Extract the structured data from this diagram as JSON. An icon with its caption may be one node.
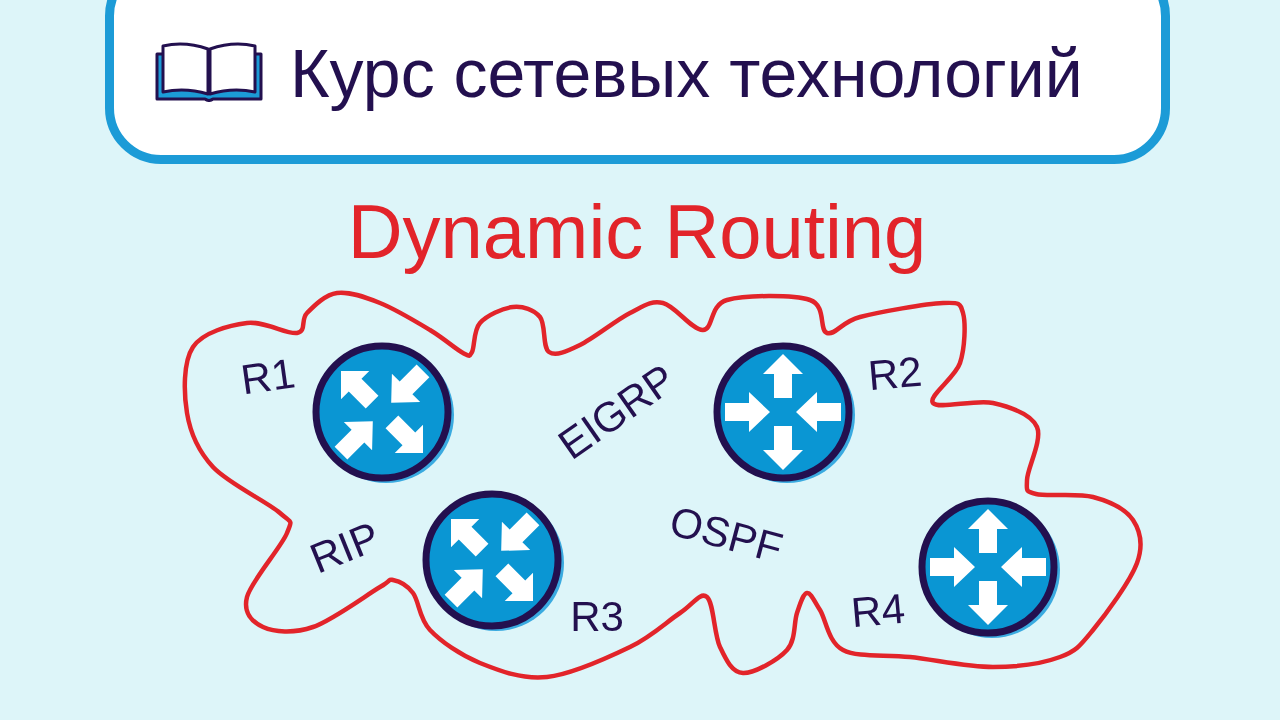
{
  "diagram": {
    "title": "Курс сетевых технологий",
    "nodes": [
      {
        "text": [
          "Dynamic Routing"
        ]
      },
      {
        "text": [],
        "shape": "circle",
        "in": 0,
        "beside": [
          "R1"
        ]
      },
      {
        "text": [],
        "shape": "circle",
        "in": 0,
        "beside": [
          "R2"
        ]
      },
      {
        "text": [],
        "shape": "circle",
        "in": 0,
        "beside": [
          "R3"
        ]
      },
      {
        "text": [],
        "shape": "circle",
        "in": 0,
        "beside": [
          "R4"
        ]
      }
    ],
    "labels": [
      "EIGRP",
      "RIP",
      "OSPF"
    ]
  }
}
